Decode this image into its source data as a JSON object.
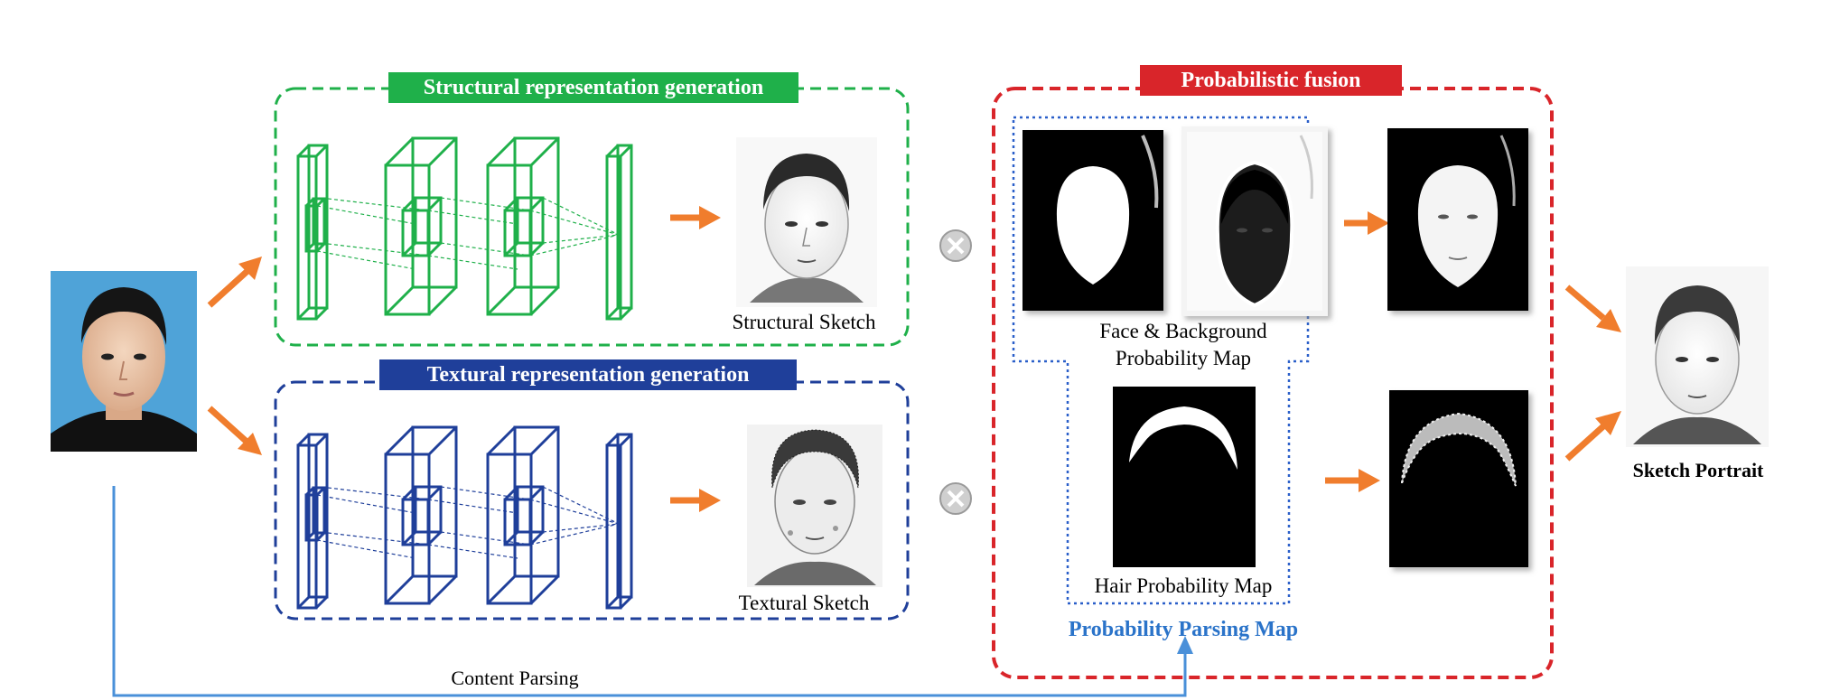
{
  "structural": {
    "title": "Structural representation generation",
    "output_label": "Structural Sketch",
    "color": "#1fb04a"
  },
  "textural": {
    "title": "Textural representation generation",
    "output_label": "Textural Sketch",
    "color": "#1f3f9a"
  },
  "fusion": {
    "title": "Probabilistic  fusion",
    "color": "#d9252a",
    "face_bg_label_line1": "Face & Background",
    "face_bg_label_line2": "Probability Map",
    "hair_label": "Hair Probability Map",
    "parsing_label": "Probability Parsing Map"
  },
  "output_label": "Sketch Portrait",
  "content_parsing_label": "Content Parsing",
  "colors": {
    "arrow": "#f07d2d",
    "content_line": "#4a90d9",
    "parsing_box": "#2a5fc9"
  }
}
